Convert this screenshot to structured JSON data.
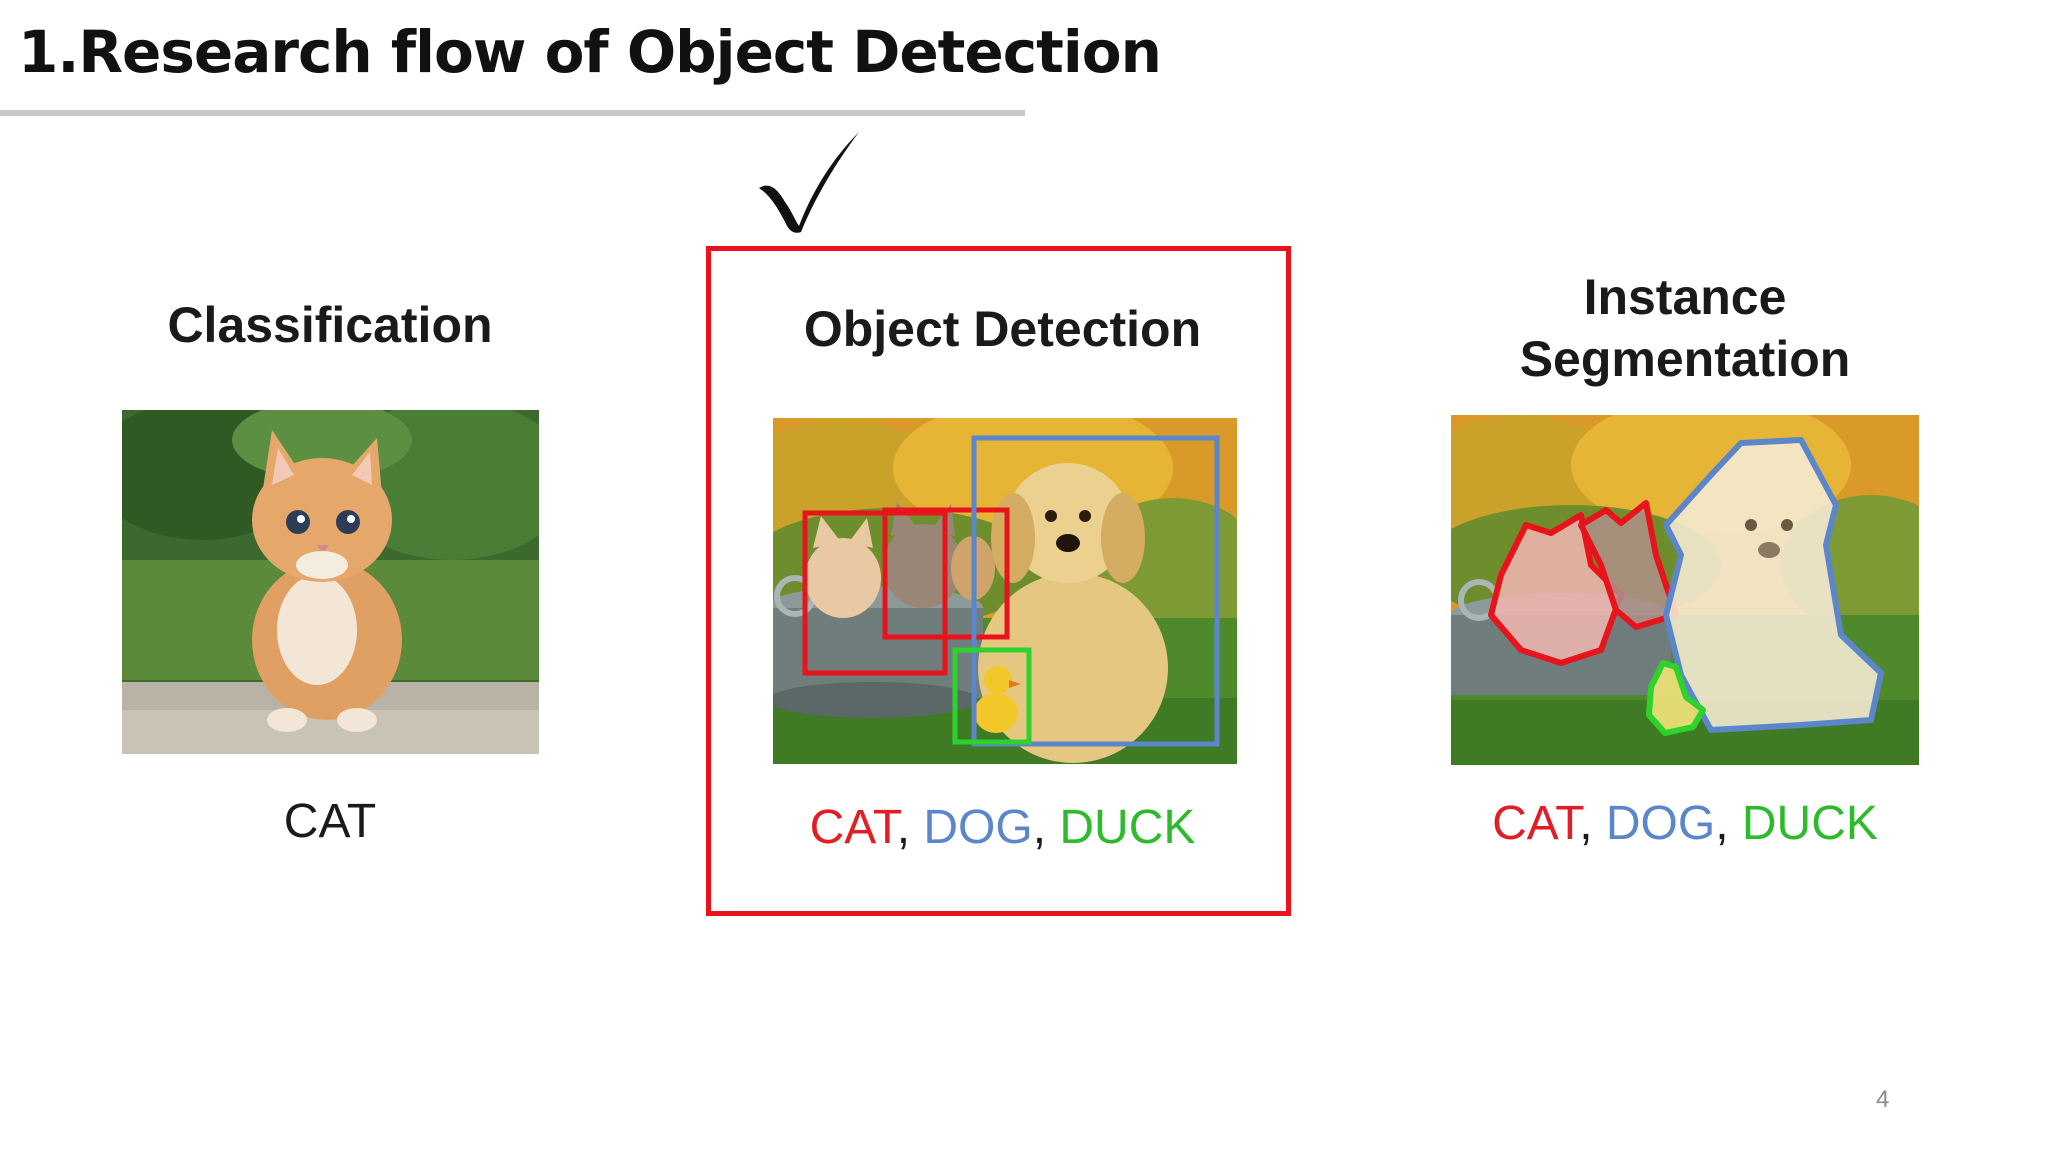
{
  "slide": {
    "title": "1.Research flow of Object Detection",
    "page_number": "4"
  },
  "panels": {
    "classification": {
      "title": "Classification",
      "label": "CAT"
    },
    "detection": {
      "title": "Object Detection",
      "labels": {
        "cat": "CAT",
        "sep1": ", ",
        "dog": "DOG",
        "sep2": ", ",
        "duck": "DUCK"
      }
    },
    "segmentation": {
      "title_line1": "Instance",
      "title_line2": "Segmentation",
      "labels": {
        "cat": "CAT",
        "sep1": ", ",
        "dog": "DOG",
        "sep2": ", ",
        "duck": "DUCK"
      }
    }
  },
  "colors": {
    "cat": "#e01e24",
    "dog": "#5b86c9",
    "duck": "#2dbb2d",
    "highlight": "#e8141b"
  },
  "icons": {
    "selected_marker": "checkmark-icon"
  }
}
